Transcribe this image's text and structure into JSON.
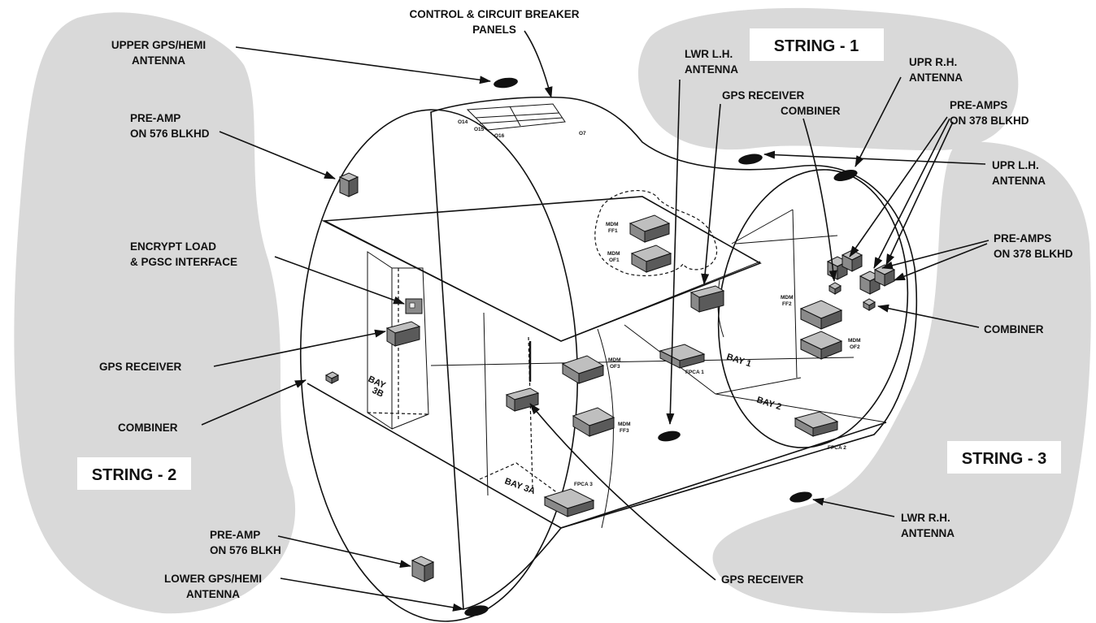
{
  "strings": {
    "string1": "STRING - 1",
    "string2": "STRING - 2",
    "string3": "STRING - 3"
  },
  "callouts": {
    "control_panels": [
      "CONTROL & CIRCUIT BREAKER",
      "PANELS"
    ],
    "upper_gps_antenna": [
      "UPPER GPS/HEMI",
      "ANTENNA"
    ],
    "preamp_576_top": [
      "PRE-AMP",
      "ON 576 BLKHD"
    ],
    "encrypt_load": [
      "ENCRYPT LOAD",
      "& PGSC INTERFACE"
    ],
    "gps_receiver_left": "GPS RECEIVER",
    "combiner_left": "COMBINER",
    "preamp_576_bottom": [
      "PRE-AMP",
      "ON 576 BLKH"
    ],
    "lower_gps_antenna": [
      "LOWER GPS/HEMI",
      "ANTENNA"
    ],
    "gps_receiver_bottom": "GPS RECEIVER",
    "lwr_lh_antenna": [
      "LWR L.H.",
      "ANTENNA"
    ],
    "gps_receiver_combiner": [
      "GPS RECEIVER",
      "COMBINER"
    ],
    "upr_rh_antenna": [
      "UPR R.H.",
      "ANTENNA"
    ],
    "preamps_378_top": [
      "PRE-AMPS",
      "ON 378 BLKHD"
    ],
    "upr_lh_antenna": [
      "UPR L.H.",
      "ANTENNA"
    ],
    "preamps_378_mid": [
      "PRE-AMPS",
      "ON 378 BLKHD"
    ],
    "combiner_right": "COMBINER",
    "lwr_rh_antenna": [
      "LWR R.H.",
      "ANTENNA"
    ]
  },
  "panel_labels": [
    "O14",
    "O15",
    "O16",
    "O7"
  ],
  "units": {
    "mdm_ff1": [
      "MDM",
      "FF1"
    ],
    "mdm_of1": [
      "MDM",
      "OF1"
    ],
    "mdm_ff2": [
      "MDM",
      "FF2"
    ],
    "mdm_of2": [
      "MDM",
      "OF2"
    ],
    "mdm_of3": [
      "MDM",
      "OF3"
    ],
    "mdm_ff3": [
      "MDM",
      "FF3"
    ],
    "fpca1": "FPCA 1",
    "fpca2": "FPCA 2",
    "fpca3": "FPCA 3"
  },
  "bays": {
    "bay1": "BAY 1",
    "bay2": "BAY 2",
    "bay3a": "BAY 3A",
    "bay3b": [
      "BAY",
      "3B"
    ]
  }
}
